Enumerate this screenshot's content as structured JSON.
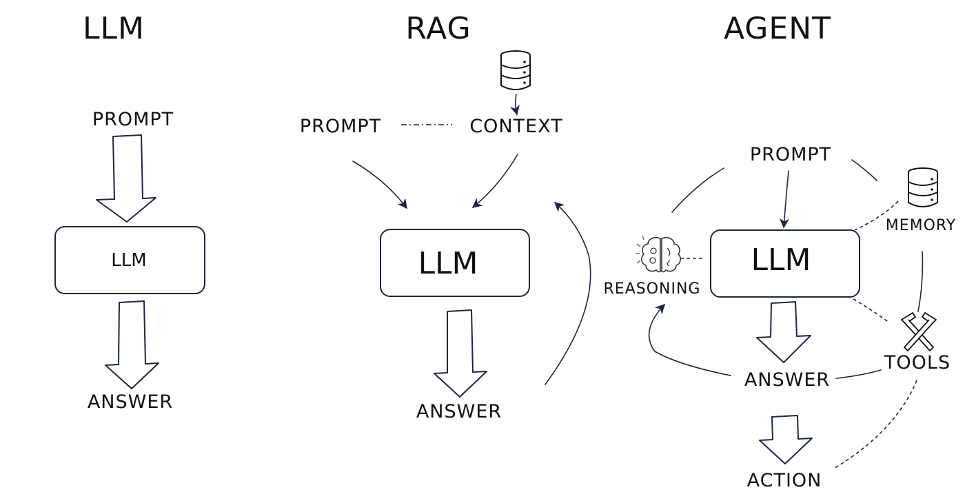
{
  "sections": {
    "llm": {
      "title": "LLM",
      "prompt": "PROMPT",
      "box": "LLM",
      "answer": "ANSWER"
    },
    "rag": {
      "title": "RAG",
      "prompt": "PROMPT",
      "context": "CONTEXT",
      "box": "LLM",
      "answer": "ANSWER"
    },
    "agent": {
      "title": "AGENT",
      "prompt": "PROMPT",
      "box": "LLM",
      "reasoning": "REASONING",
      "memory": "MEMORY",
      "tools": "TOOLS",
      "answer": "ANSWER",
      "action": "ACTION"
    }
  },
  "icons": {
    "rag_context": "database-icon",
    "agent_memory": "database-icon",
    "agent_reasoning": "brain-gears-icon",
    "agent_tools": "hammers-icon"
  },
  "colors": {
    "ink": "#1b2640",
    "text": "#111111",
    "background": "#ffffff"
  }
}
